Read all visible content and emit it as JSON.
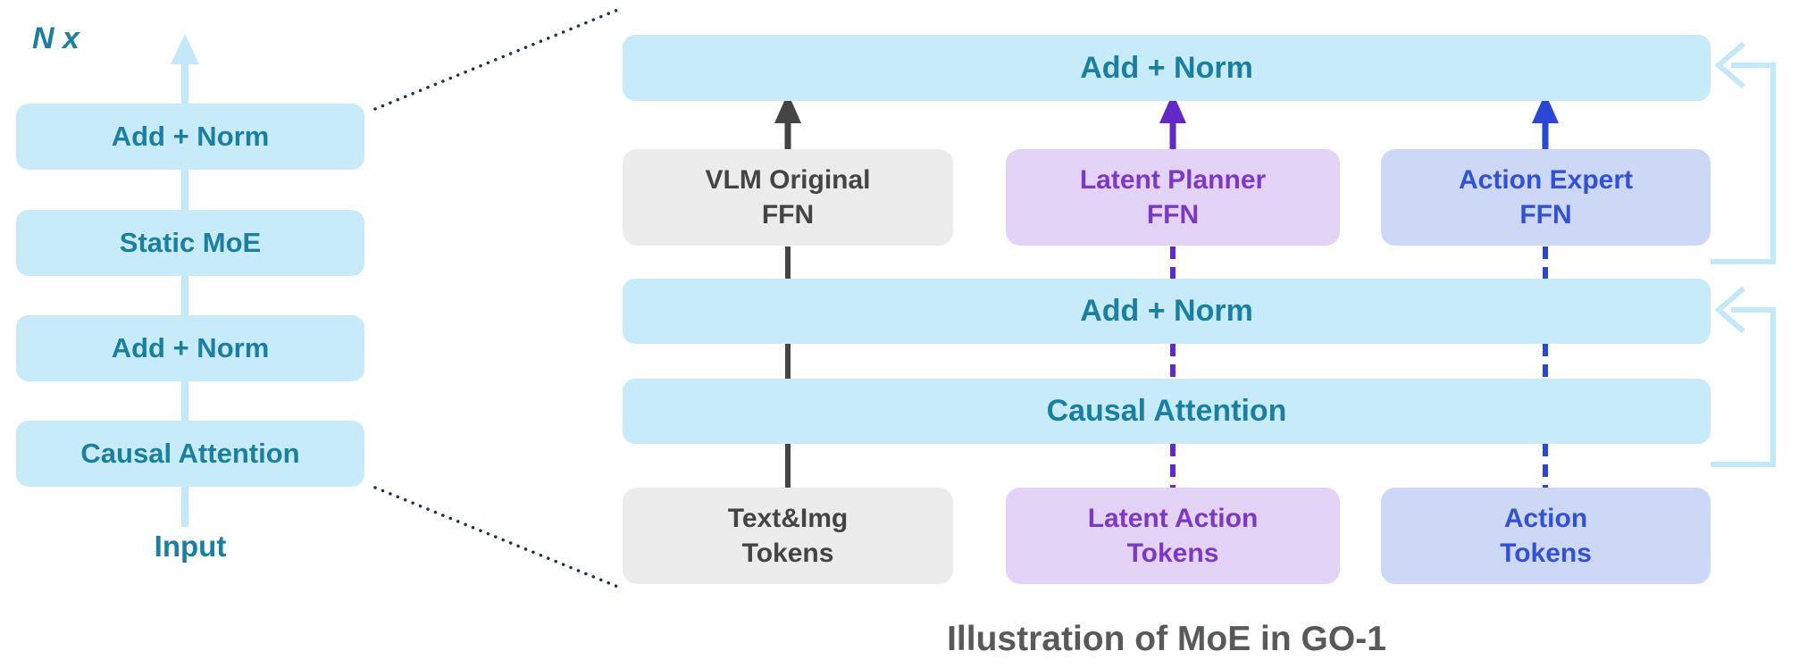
{
  "caption": "Illustration of MoE in GO-1",
  "left_stack": {
    "repeat_label": "N x",
    "boxes": [
      "Add + Norm",
      "Static MoE",
      "Add + Norm",
      "Causal Attention"
    ],
    "input_label": "Input"
  },
  "moe_detail": {
    "top_bar": "Add + Norm",
    "mid_bar": "Add + Norm",
    "attention_bar": "Causal Attention",
    "experts": [
      {
        "label": "VLM Original\nFFN"
      },
      {
        "label": "Latent Planner\nFFN"
      },
      {
        "label": "Action Expert\nFFN"
      }
    ],
    "tokens": [
      {
        "label": "Text&Img\nTokens"
      },
      {
        "label": "Latent Action\nTokens"
      },
      {
        "label": "Action\nTokens"
      }
    ]
  },
  "colors": {
    "cyan_fill": "#c7ebf9",
    "teal_text": "#1a7fa0",
    "gray_fill": "#ececec",
    "gray_text": "#444444",
    "purple_fill": "#e3d3f6",
    "purple_text": "#7c39c5",
    "blue_fill": "#cdd7f6",
    "blue_text": "#3351d4",
    "residual_line": "#c3e8f8",
    "dotted_connector": "#17344f",
    "caption_text": "#58595b"
  }
}
